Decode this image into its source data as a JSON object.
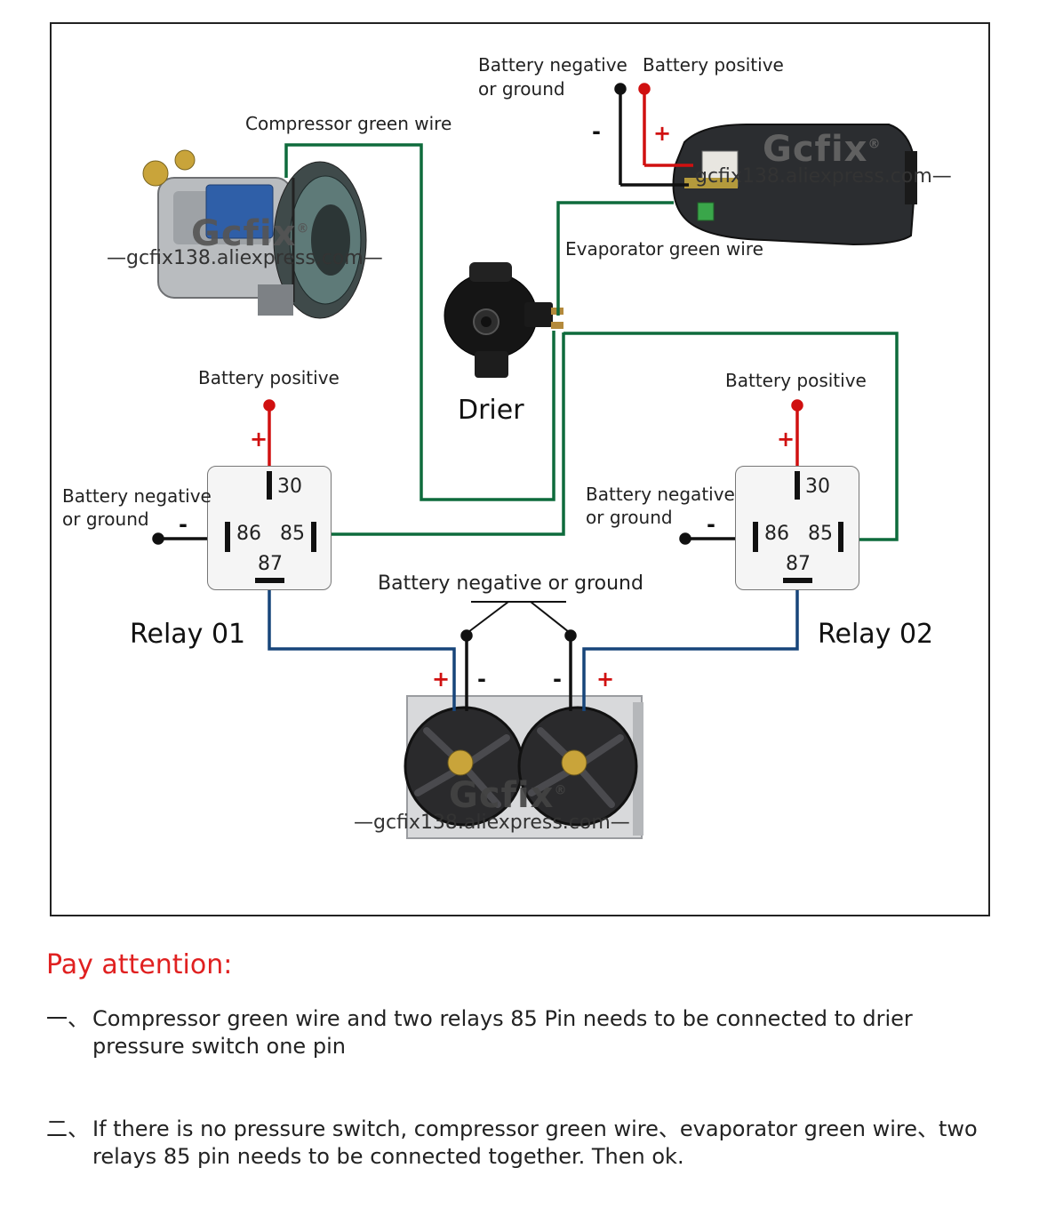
{
  "compressor": {
    "label": "Compressor green wire",
    "brand": "Gcfix",
    "brand_mark": "®",
    "url": "—gcfix138.aliexpress.com—"
  },
  "evaporator": {
    "battery_negative": "Battery negative",
    "or_ground": "or ground",
    "battery_positive": "Battery positive",
    "minus": "-",
    "plus": "+",
    "label": "Evaporator green wire",
    "brand": "Gcfix",
    "brand_mark": "®",
    "url": "gcfix138.aliexpress.com—"
  },
  "drier": {
    "label": "Drier"
  },
  "relay1": {
    "battery_positive": "Battery positive",
    "plus": "+",
    "minus": "-",
    "battery_negative": "Battery negative",
    "or_ground": "or ground",
    "pin30": "30",
    "pin86": "86",
    "pin85": "85",
    "pin87": "87",
    "name": "Relay 01"
  },
  "relay2": {
    "battery_positive": "Battery positive",
    "plus": "+",
    "minus": "-",
    "battery_negative": "Battery negative",
    "or_ground": "or ground",
    "pin30": "30",
    "pin86": "86",
    "pin85": "85",
    "pin87": "87",
    "name": "Relay 02"
  },
  "fans": {
    "ground_label": "Battery negative or ground",
    "plus_left": "+",
    "minus_left": "-",
    "minus_right": "-",
    "plus_right": "+",
    "brand": "Gcfix",
    "brand_mark": "®",
    "url": "—gcfix138.aliexpress.com—"
  },
  "notes": {
    "title": "Pay attention:",
    "items": [
      {
        "num": "一、",
        "text": "Compressor green wire and two relays 85 Pin needs to be connected to drier pressure switch one pin"
      },
      {
        "num": "二、",
        "text": "If there is no pressure switch, compressor green wire、evaporator green wire、two relays 85 pin needs to be connected together. Then ok."
      }
    ]
  },
  "colors": {
    "green_wire": "#0e6b3c",
    "blue_wire": "#17457a",
    "red_wire": "#d01010",
    "black_wire": "#111111"
  }
}
